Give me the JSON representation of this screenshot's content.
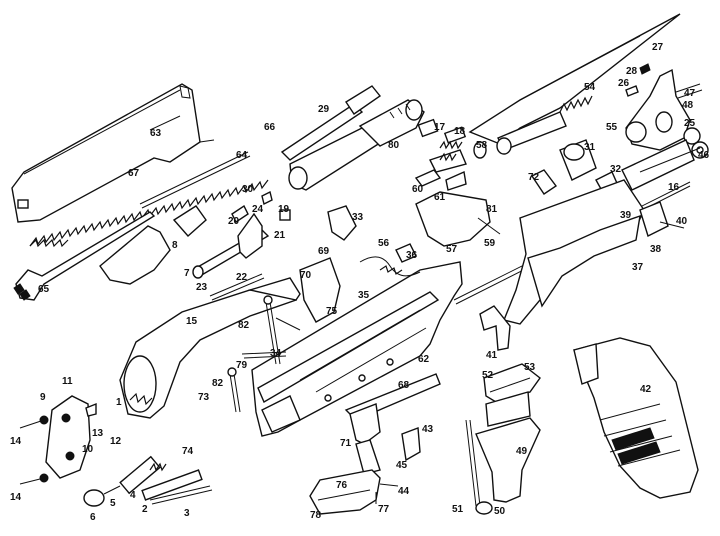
{
  "diagram": {
    "parts": [
      {
        "label": "1"
      },
      {
        "label": "2"
      },
      {
        "label": "3"
      },
      {
        "label": "4"
      },
      {
        "label": "5"
      },
      {
        "label": "6"
      },
      {
        "label": "7"
      },
      {
        "label": "8"
      },
      {
        "label": "9"
      },
      {
        "label": "10"
      },
      {
        "label": "11"
      },
      {
        "label": "12"
      },
      {
        "label": "13"
      },
      {
        "label": "14"
      },
      {
        "label": "14"
      },
      {
        "label": "15"
      },
      {
        "label": "16"
      },
      {
        "label": "17"
      },
      {
        "label": "18"
      },
      {
        "label": "19"
      },
      {
        "label": "20"
      },
      {
        "label": "21"
      },
      {
        "label": "22"
      },
      {
        "label": "23"
      },
      {
        "label": "24"
      },
      {
        "label": "25"
      },
      {
        "label": "26"
      },
      {
        "label": "27"
      },
      {
        "label": "28"
      },
      {
        "label": "29"
      },
      {
        "label": "30"
      },
      {
        "label": "31"
      },
      {
        "label": "32"
      },
      {
        "label": "33"
      },
      {
        "label": "34"
      },
      {
        "label": "35"
      },
      {
        "label": "36"
      },
      {
        "label": "37"
      },
      {
        "label": "38"
      },
      {
        "label": "39"
      },
      {
        "label": "40"
      },
      {
        "label": "41"
      },
      {
        "label": "42"
      },
      {
        "label": "43"
      },
      {
        "label": "44"
      },
      {
        "label": "45"
      },
      {
        "label": "46"
      },
      {
        "label": "47"
      },
      {
        "label": "48"
      },
      {
        "label": "49"
      },
      {
        "label": "50"
      },
      {
        "label": "51"
      },
      {
        "label": "52"
      },
      {
        "label": "53"
      },
      {
        "label": "54"
      },
      {
        "label": "55"
      },
      {
        "label": "56"
      },
      {
        "label": "57"
      },
      {
        "label": "58"
      },
      {
        "label": "59"
      },
      {
        "label": "60"
      },
      {
        "label": "61"
      },
      {
        "label": "62"
      },
      {
        "label": "63"
      },
      {
        "label": "64"
      },
      {
        "label": "65"
      },
      {
        "label": "66"
      },
      {
        "label": "67"
      },
      {
        "label": "68"
      },
      {
        "label": "69"
      },
      {
        "label": "70"
      },
      {
        "label": "71"
      },
      {
        "label": "72"
      },
      {
        "label": "73"
      },
      {
        "label": "74"
      },
      {
        "label": "75"
      },
      {
        "label": "76"
      },
      {
        "label": "77"
      },
      {
        "label": "78"
      },
      {
        "label": "79"
      },
      {
        "label": "80"
      },
      {
        "label": "81"
      },
      {
        "label": "82"
      },
      {
        "label": "82"
      }
    ]
  }
}
